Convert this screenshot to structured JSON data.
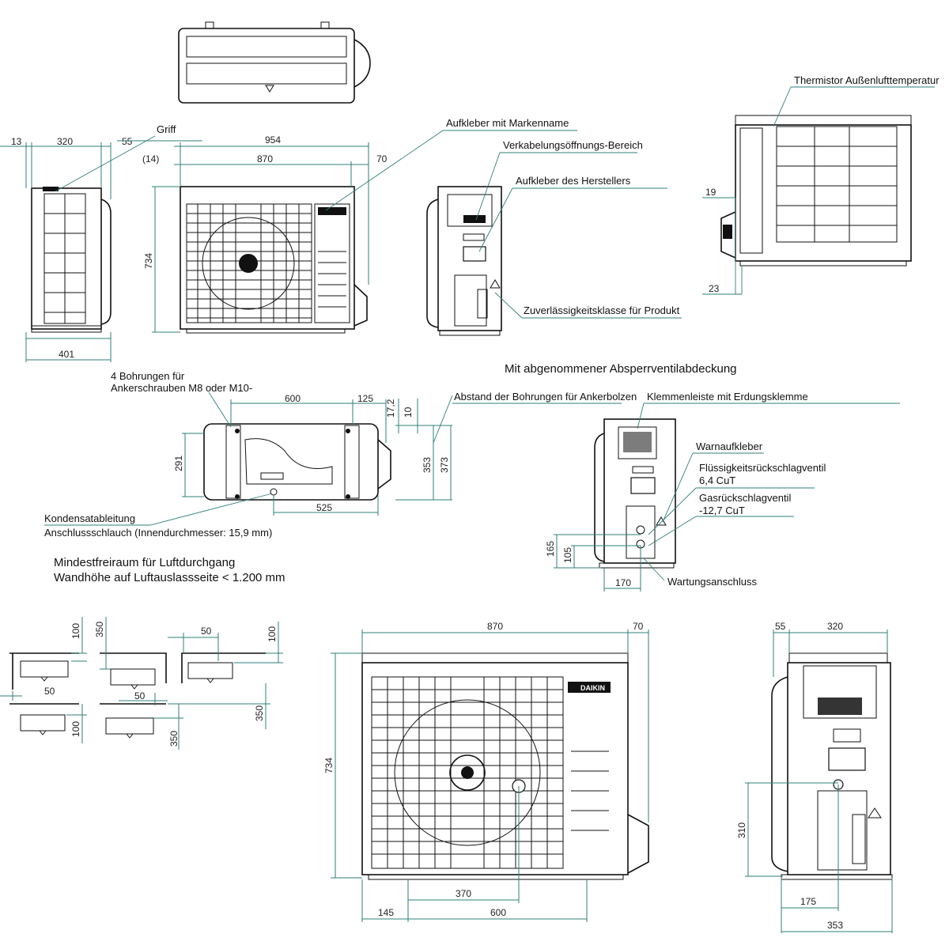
{
  "title_cover": "Mit abgenommener Absperrventilabdeckung",
  "clearance_title_line1": "Mindestfreiraum für Luftdurchgang",
  "clearance_title_line2": "Wandhöhe auf Luftauslassseite < 1.200 mm",
  "labels": {
    "griff": "Griff",
    "brand_sticker": "Aufkleber mit Markenname",
    "wiring_area": "Verkabelungsöffnungs-Bereich",
    "manufacturer_sticker": "Aufkleber des Herstellers",
    "reliability_class": "Zuverlässigkeitsklasse für Produkt",
    "thermistor": "Thermistor Außenlufttemperatur",
    "bolt_holes_1": "4 Bohrungen für",
    "bolt_holes_2": "Ankerschrauben M8 oder M10-",
    "bolt_distance": "Abstand der Bohrungen für Ankerbolzen",
    "terminal": "Klemmenleiste mit Erdungsklemme",
    "warning_sticker": "Warnaufkleber",
    "liquid_valve_1": "Flüssigkeitsrückschlagventil",
    "liquid_valve_2": "6,4 CuT",
    "gas_valve_1": "Gasrückschlagventil",
    "gas_valve_2": "-12,7 CuT",
    "service_port": "Wartungsanschluss",
    "drain_1": "Kondensatableitung",
    "drain_2": "Anschlussschlauch (Innendurchmesser: 15,9 mm)",
    "brand": "DAIKIN"
  },
  "dims": {
    "d13": "13",
    "d320": "320",
    "d55": "55",
    "d401": "401",
    "d954": "954",
    "d14": "(14)",
    "d870": "870",
    "d70": "70",
    "d734": "734",
    "d19": "19",
    "d23": "23",
    "d600": "600",
    "d125": "125",
    "d17_2": "17,2",
    "d10": "10",
    "d291": "291",
    "d353": "353",
    "d373": "373",
    "d525": "525",
    "d165": "165",
    "d105": "105",
    "d170": "170",
    "c100a": "100",
    "c350a": "350",
    "c50a": "50",
    "c100b": "100",
    "c50b": "50",
    "c50c": "50",
    "c100c": "100",
    "c350b": "350",
    "c350c": "350",
    "f870": "870",
    "f70": "70",
    "f734": "734",
    "f370": "370",
    "f145": "145",
    "f600": "600",
    "s55": "55",
    "s320": "320",
    "s310": "310",
    "s175": "175",
    "s353": "353"
  }
}
